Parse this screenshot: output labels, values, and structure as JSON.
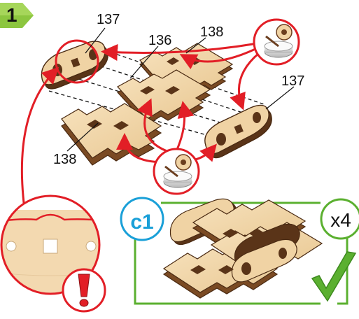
{
  "step": {
    "number": "1"
  },
  "callouts": {
    "top_left_137": "137",
    "center_136": "136",
    "top_138": "138",
    "right_137": "137",
    "bottom_left_138": "138"
  },
  "result": {
    "code": "c1",
    "quantity": "x4"
  },
  "colors": {
    "step_badge": "#8cc63f",
    "arrows": "#e21e26",
    "result_frame": "#5bb030",
    "c1_ring": "#1aa0d8",
    "wood_light": "#f3d9b0",
    "wood_edge": "#6b3e1f",
    "warning": "#e21e26"
  },
  "icons": [
    "glue-pot-icon",
    "warning-exclamation-icon",
    "check-mark-icon"
  ]
}
